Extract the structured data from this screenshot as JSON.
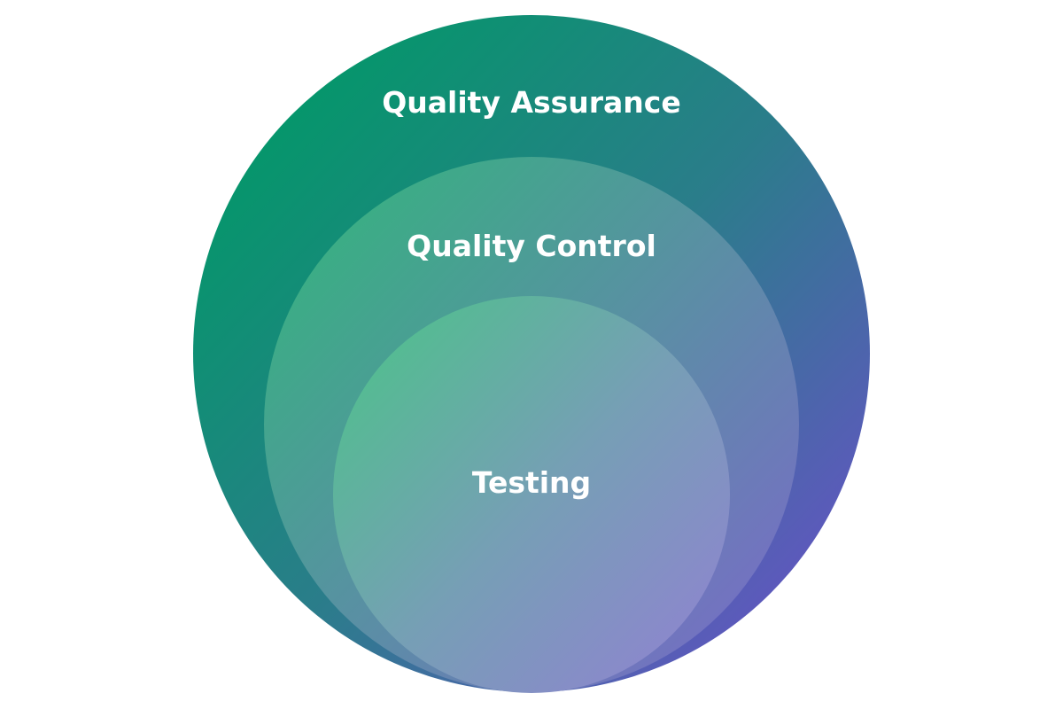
{
  "diagram": {
    "type": "nested-circles",
    "levels": [
      {
        "label": "Quality Assurance",
        "color_start": "#04976a",
        "color_end": "#6355c2"
      },
      {
        "label": "Quality Control",
        "color_start": "#40ad86",
        "color_end": "#766fc4"
      },
      {
        "label": "Testing",
        "color_start": "#5ab996",
        "color_end": "#8b88cc"
      }
    ]
  }
}
